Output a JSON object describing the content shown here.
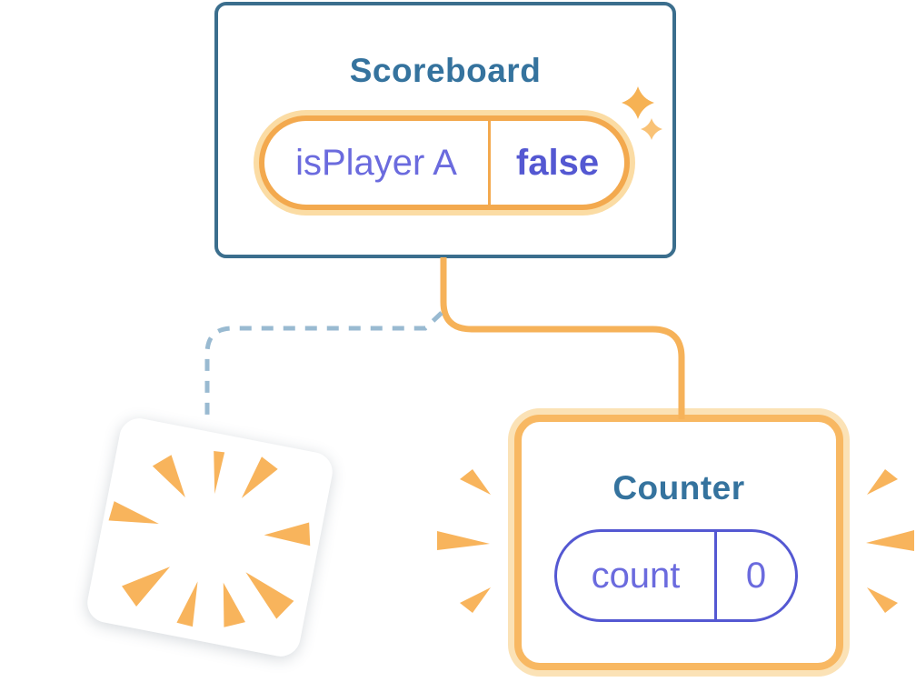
{
  "scoreboard": {
    "title": "Scoreboard",
    "state": {
      "label": "isPlayer A",
      "value": "false"
    }
  },
  "counter": {
    "title": "Counter",
    "state": {
      "label": "count",
      "value": "0"
    }
  },
  "destroyed_component": {
    "description": "unmounted component card with poof burst"
  },
  "icons": {
    "sparkle_large": "sparkle-icon",
    "sparkle_small": "sparkle-icon",
    "poof_burst": "poof-burst-icon",
    "emphasis_marks": "emphasis-marks-icon"
  },
  "colors": {
    "card-border-blue": "#3B6E8D",
    "title-teal": "#35739E",
    "label-purple": "#6B6BDE",
    "value-purple": "#5458D2",
    "pill-orange": "#F3A94E",
    "pill-orange-halo": "#FBDCA4",
    "counter-orange": "#F8B862",
    "counter-orange-halo": "#FBE2B6",
    "connector-orange": "#F6B259",
    "deco-orange": "#F8B45C",
    "dashed-blue": "#99BAD1",
    "sparkle-orange": "#F6B254",
    "sparkle-orange-light": "#F9C276",
    "canvas-bg": "#FFFFFF"
  }
}
